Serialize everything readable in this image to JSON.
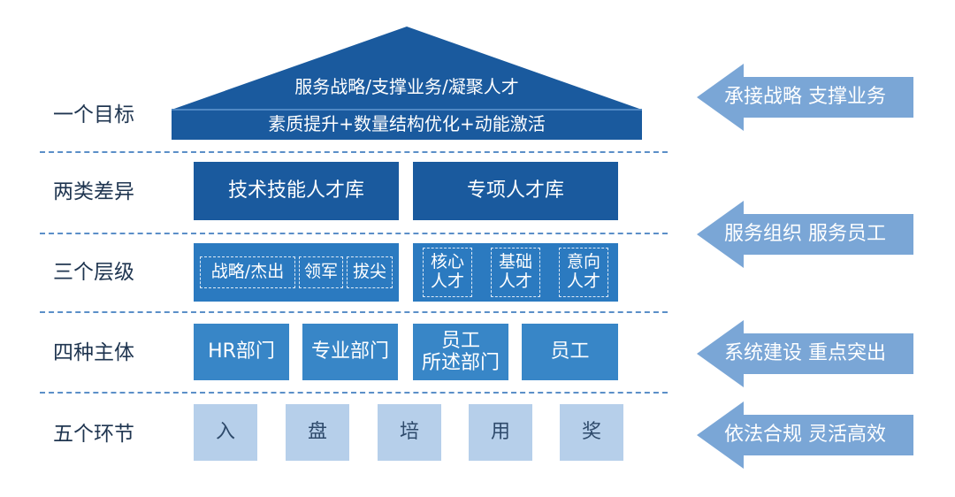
{
  "roof": {
    "top_line": "服务战略/支撑业务/凝聚人才",
    "bottom_line": "素质提升+数量结构优化+动能激活"
  },
  "rows": [
    {
      "label": "一个目标"
    },
    {
      "label": "两类差异"
    },
    {
      "label": "三个层级"
    },
    {
      "label": "四种主体"
    },
    {
      "label": "五个环节"
    }
  ],
  "talent_pools": [
    "技术技能人才库",
    "专项人才库"
  ],
  "levels_left": [
    "战略/杰出",
    "领军",
    "拔尖"
  ],
  "levels_right": [
    "核心\n人才",
    "基础\n人才",
    "意向\n人才"
  ],
  "subjects": [
    "HR部门",
    "专业部门",
    "员工\n所述部门",
    "员工"
  ],
  "steps": [
    "入",
    "盘",
    "培",
    "用",
    "奖"
  ],
  "arrows": [
    "承接战略 支撑业务",
    "服务组织 服务员工",
    "系统建设 重点突出",
    "依法合规 灵活高效"
  ],
  "colors": {
    "dark": "#1a5a9e",
    "mid": "#2b7ac0",
    "light": "#b6cfea",
    "arrow": "#7aa6d6",
    "divider": "#5b8fc8"
  }
}
